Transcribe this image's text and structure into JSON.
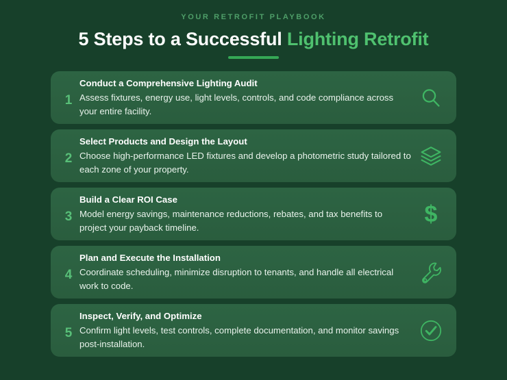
{
  "header": {
    "eyebrow": "YOUR RETROFIT PLAYBOOK",
    "title_main": "5 Steps to a Successful ",
    "title_accent": "Lighting Retrofit"
  },
  "colors": {
    "page_background": "#17402a",
    "card_background": "#2d6443",
    "accent_green": "#4fc16f",
    "eyebrow_green": "#4e9e68",
    "number_green": "#58bf78",
    "underline_green": "#35a855",
    "title_white": "#ffffff",
    "body_text": "#e9f3ec",
    "icon_green": "#3fb563"
  },
  "steps": [
    {
      "number": "1",
      "title": "Conduct a Comprehensive Lighting Audit",
      "description": "Assess fixtures, energy use, light levels, controls, and code compliance across your entire facility.",
      "icon": "search-icon"
    },
    {
      "number": "2",
      "title": "Select Products and Design the Layout",
      "description": "Choose high-performance LED fixtures and develop a photometric study tailored to each zone of your property.",
      "icon": "layers-icon"
    },
    {
      "number": "3",
      "title": "Build a Clear ROI Case",
      "description": "Model energy savings, maintenance reductions, rebates, and tax benefits to project your payback timeline.",
      "icon": "dollar-icon",
      "icon_glyph": "$"
    },
    {
      "number": "4",
      "title": "Plan and Execute the Installation",
      "description": "Coordinate scheduling, minimize disruption to tenants, and handle all electrical work to code.",
      "icon": "wrench-icon"
    },
    {
      "number": "5",
      "title": "Inspect, Verify, and Optimize",
      "description": "Confirm light levels, test controls, complete documentation, and monitor savings post-installation.",
      "icon": "check-circle-icon"
    }
  ]
}
